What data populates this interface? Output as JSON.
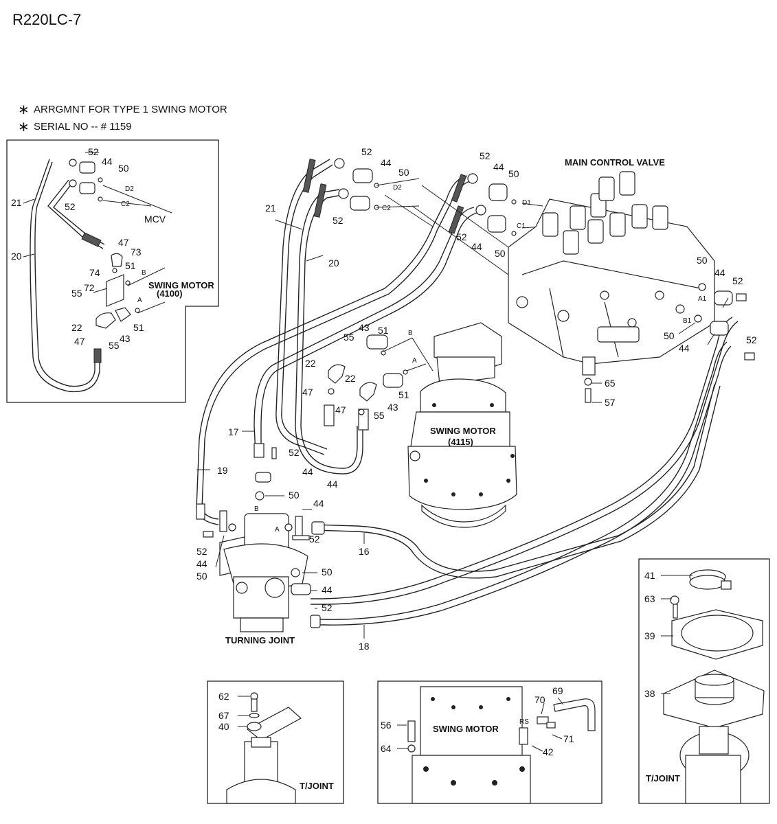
{
  "title": "R220LC-7",
  "notes": [
    {
      "star": "∗",
      "text": "ARRGMNT FOR TYPE 1 SWING MOTOR"
    },
    {
      "star": "∗",
      "text": "SERIAL NO -- # 1159"
    }
  ],
  "components": {
    "main_control_valve": "MAIN CONTROL VALVE",
    "swing_motor_main": "SWING MOTOR",
    "swing_motor_main_code": "(4115)",
    "swing_motor_inset": "SWING MOTOR",
    "swing_motor_inset_code": "(4100)",
    "turning_joint": "TURNING JOINT",
    "mcv": "MCV",
    "tjoint_bottom": "T/JOINT",
    "tjoint_right": "T/JOINT",
    "swing_motor_bottom": "SWING MOTOR"
  },
  "ports": {
    "d1": "D1",
    "c1": "C1",
    "a1": "A1",
    "b1": "B1",
    "d2_main": "D2",
    "c2_main": "C2",
    "d2_inset": "D2",
    "c2_inset": "C2",
    "b_main": "B",
    "a_main": "A",
    "b_inset": "B",
    "a_inset": "A",
    "b_tj": "B",
    "a_tj": "A",
    "rs": "RS"
  },
  "callouts": {
    "inset": [
      "52",
      "44",
      "50",
      "21",
      "52",
      "20",
      "47",
      "73",
      "51",
      "74",
      "72",
      "55",
      "22",
      "47",
      "43",
      "55",
      "51"
    ],
    "top": [
      "52",
      "44",
      "50",
      "21",
      "52",
      "20",
      "52",
      "44",
      "50",
      "52",
      "44",
      "50",
      "50",
      "44",
      "52",
      "50",
      "44",
      "52",
      "65",
      "57"
    ],
    "middle": [
      "55",
      "43",
      "51",
      "22",
      "22",
      "47",
      "47",
      "55",
      "43",
      "51",
      "17",
      "52",
      "44",
      "44",
      "19"
    ],
    "turning": [
      "50",
      "44",
      "52",
      "44",
      "50",
      "52",
      "16",
      "50",
      "44",
      "52",
      "18"
    ],
    "right_inset": [
      "41",
      "63",
      "39",
      "38"
    ],
    "bottom_left": [
      "62",
      "67",
      "40"
    ],
    "bottom_mid": [
      "69",
      "70",
      "71",
      "56",
      "64",
      "42"
    ]
  }
}
